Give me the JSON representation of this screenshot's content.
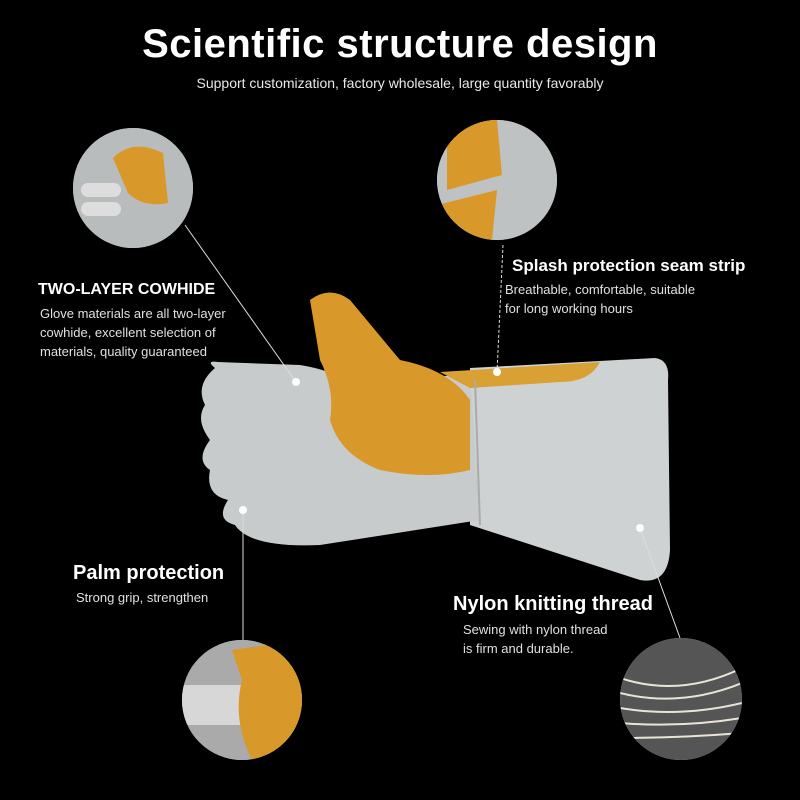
{
  "header": {
    "title": "Scientific structure design",
    "subtitle": "Support customization, factory wholesale, large quantity favorably"
  },
  "callouts": [
    {
      "heading": "TWO-LAYER COWHIDE",
      "lines": [
        "Glove materials are all two-layer",
        "cowhide, excellent selection of",
        "materials, quality guaranteed"
      ]
    },
    {
      "heading": "Splash protection seam strip",
      "lines": [
        "Breathable, comfortable, suitable",
        "for long working hours"
      ]
    },
    {
      "heading": "Palm protection",
      "lines": [
        "Strong grip, strengthen"
      ]
    },
    {
      "heading": "Nylon knitting thread",
      "lines": [
        "Sewing with nylon thread",
        "is firm and durable."
      ]
    }
  ],
  "colors": {
    "leather_gray": "#c9cccd",
    "leather_yellow": "#d99a2b",
    "background": "#000000"
  }
}
